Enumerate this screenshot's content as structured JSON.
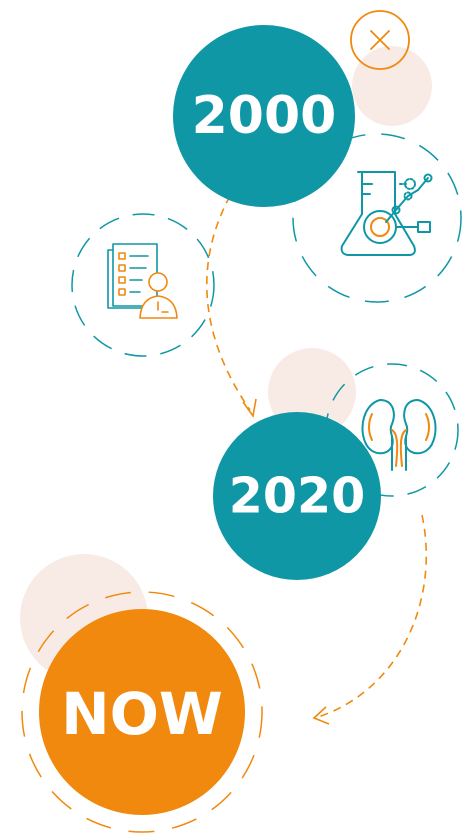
{
  "milestones": [
    {
      "label": "2000",
      "color": "#0f97a6"
    },
    {
      "label": "2020",
      "color": "#0f97a6"
    },
    {
      "label": "NOW",
      "color": "#f0890e"
    }
  ],
  "icons": [
    {
      "name": "close-icon",
      "color": "#f0890e"
    },
    {
      "name": "lab-flask-icon",
      "color": "#0f97a6"
    },
    {
      "name": "checklist-person-icon",
      "color": "#0f97a6"
    },
    {
      "name": "kidneys-icon",
      "color": "#0f97a6"
    }
  ],
  "colors": {
    "teal": "#0f97a6",
    "orange": "#f0890e",
    "blush": "#f8ebe6",
    "white": "#ffffff"
  }
}
